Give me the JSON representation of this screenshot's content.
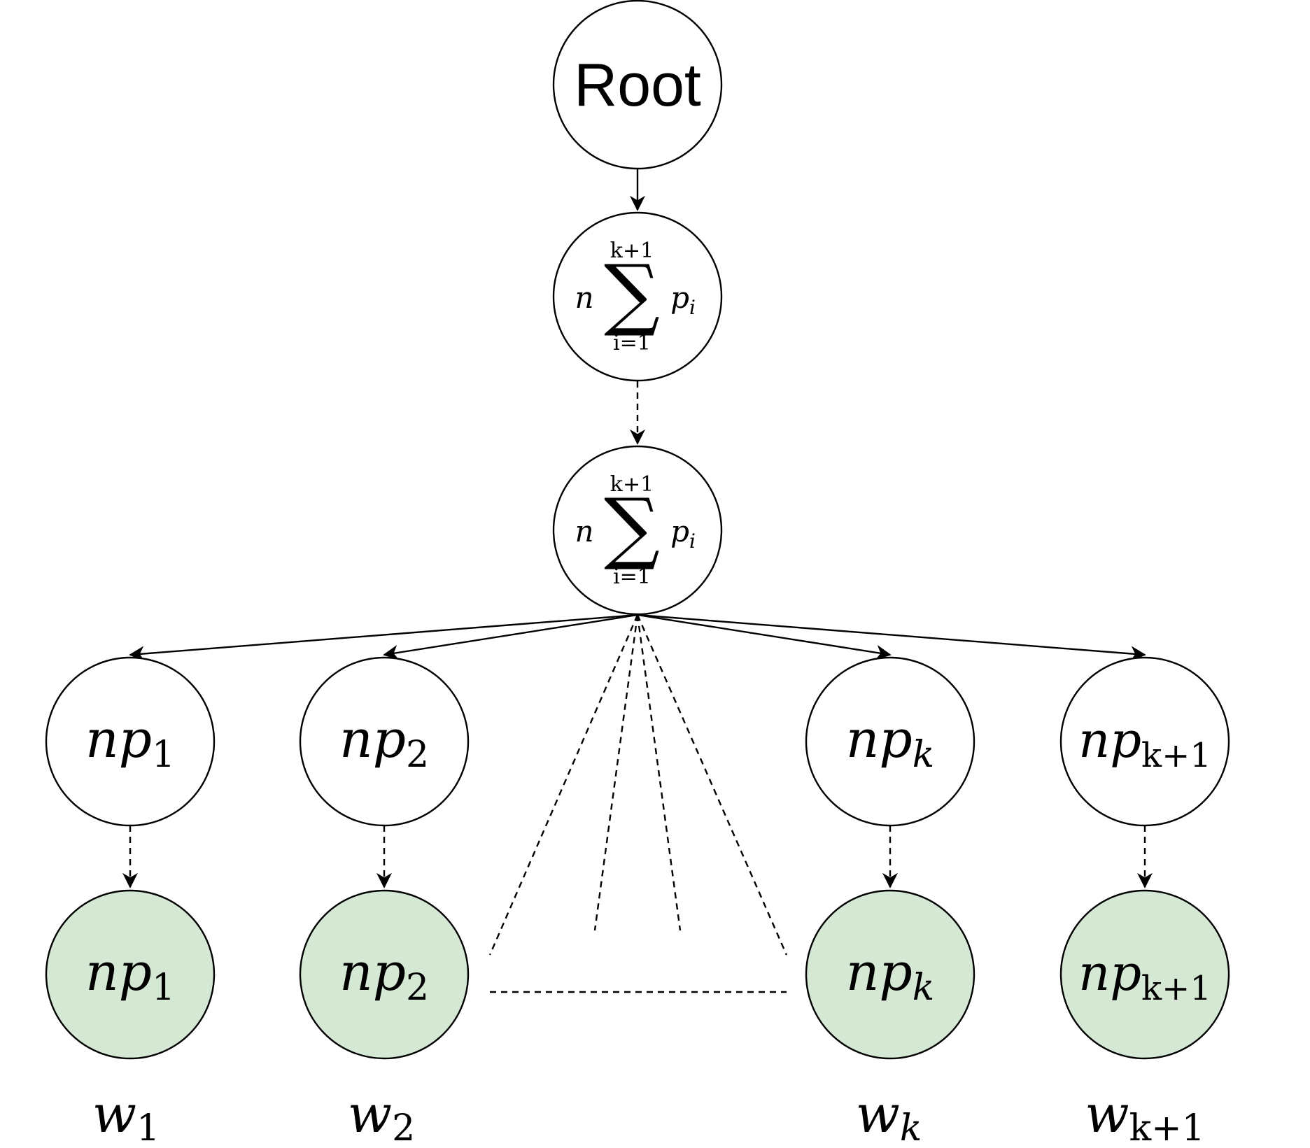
{
  "root": {
    "label": "Root"
  },
  "sum_nodes": [
    {
      "coef": "n",
      "op": "∑",
      "upper": "k+1",
      "lower": "i=1",
      "term": "p",
      "term_sub": "i"
    },
    {
      "coef": "n",
      "op": "∑",
      "upper": "k+1",
      "lower": "i=1",
      "term": "p",
      "term_sub": "i"
    }
  ],
  "leaf_nodes": [
    {
      "base": "np",
      "sub": "1"
    },
    {
      "base": "np",
      "sub": "2"
    },
    {
      "base": "np",
      "sub": "k"
    },
    {
      "base": "np",
      "sub": "k+1"
    }
  ],
  "word_nodes": [
    {
      "base": "np",
      "sub": "1"
    },
    {
      "base": "np",
      "sub": "2"
    },
    {
      "base": "np",
      "sub": "k"
    },
    {
      "base": "np",
      "sub": "k+1"
    }
  ],
  "word_labels": [
    {
      "base": "w",
      "sub": "1"
    },
    {
      "base": "w",
      "sub": "2"
    },
    {
      "base": "w",
      "sub": "k"
    },
    {
      "base": "w",
      "sub": "k+1"
    }
  ],
  "colors": {
    "leaf_fill": "#ffffff",
    "word_fill": "#d5e8d4",
    "stroke": "#000000"
  }
}
